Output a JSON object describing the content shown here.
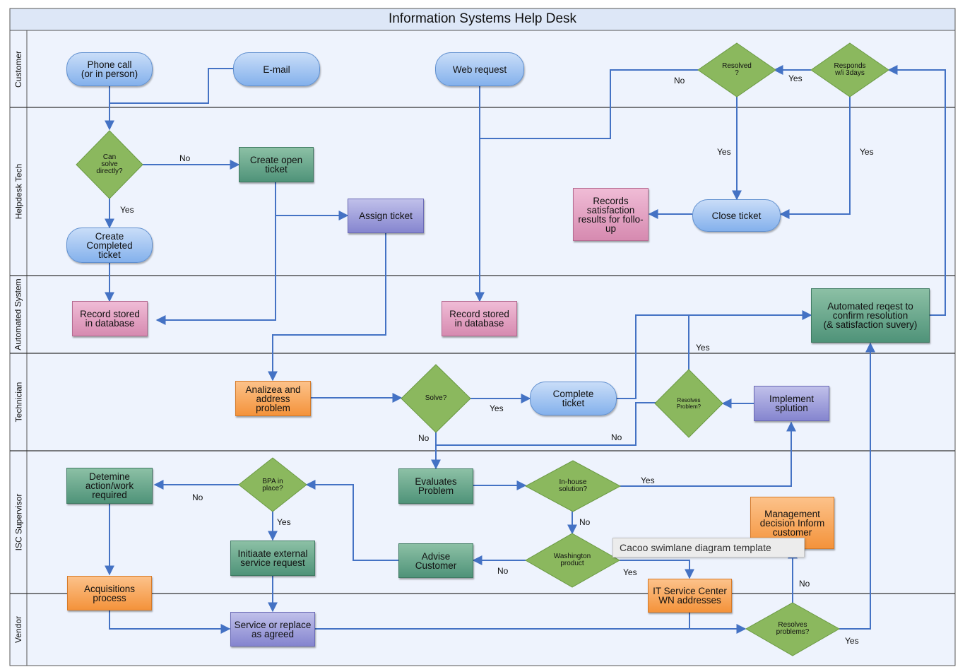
{
  "title": "Information Systems Help Desk",
  "colors": {
    "lane_bg": "#eef3fd",
    "title_bg": "#dde7f7",
    "arrow": "#4472c4",
    "diamond": "#8bb85e"
  },
  "lanes": [
    "Customer",
    "Helpdesk Tech",
    "Automated System",
    "Technician",
    "ISC Supervisor",
    "Vendor"
  ],
  "nodes": {
    "phone": "Phone call\n(or in person)",
    "email": "E-mail",
    "web": "Web request",
    "resolved": "Resolved\n?",
    "responds": "Responds\nw/i 3days",
    "can_solve": "Can\nsolve\ndirectly?",
    "create_open": "Create open\nticket",
    "assign": "Assign ticket",
    "create_completed": "Create\nCompleted\nticket",
    "records_satisfaction": "Records\nsatisfaction\nresults for follo-\nup",
    "close_ticket": "Close ticket",
    "record_db_1": "Record stored\nin database",
    "record_db_2": "Record stored\nin database",
    "automated_request": "Automated reqest to\nconfirm resolution\n(& satisfaction suvery)",
    "analyze": "Analizea and\naddress\nproblem",
    "solve": "Solve?",
    "complete_ticket": "Complete\nticket",
    "resolves_problem": "Resolves\nProblem?",
    "implement": "Implement\nsplution",
    "determine": "Detemine\naction/work\nrequired",
    "bpa": "BPA in\nplace?",
    "evaluates": "Evaluates\nProblem",
    "inhouse": "In-house\nsolution?",
    "management": "Management\ndecision Inform\ncustomer",
    "initiate": "Initiaate external\nservice request",
    "advise": "Advise\nCustomer",
    "washington": "Washington\nproduct",
    "it_service": "IT Service Center\nWN addresses",
    "acquisitions": "Acquisitions\nprocess",
    "service_replace": "Service or replace\nas agreed",
    "resolves_problems": "Resolves\nproblems?"
  },
  "edge_labels": {
    "resolved_no": "No",
    "responds_yes": "Yes",
    "resolved_yes": "Yes",
    "responds_yes_down": "Yes",
    "can_solve_no": "No",
    "can_solve_yes": "Yes",
    "resolves_problem_yes": "Yes",
    "solve_yes": "Yes",
    "solve_no": "No",
    "resolves_problem_no": "No",
    "bpa_no": "No",
    "bpa_yes": "Yes",
    "inhouse_yes": "Yes",
    "inhouse_no": "No",
    "washington_no": "No",
    "washington_yes": "Yes",
    "resolves_problems_no": "No",
    "resolves_problems_yes": "Yes"
  },
  "tooltip": "Cacoo swimlane diagram template"
}
